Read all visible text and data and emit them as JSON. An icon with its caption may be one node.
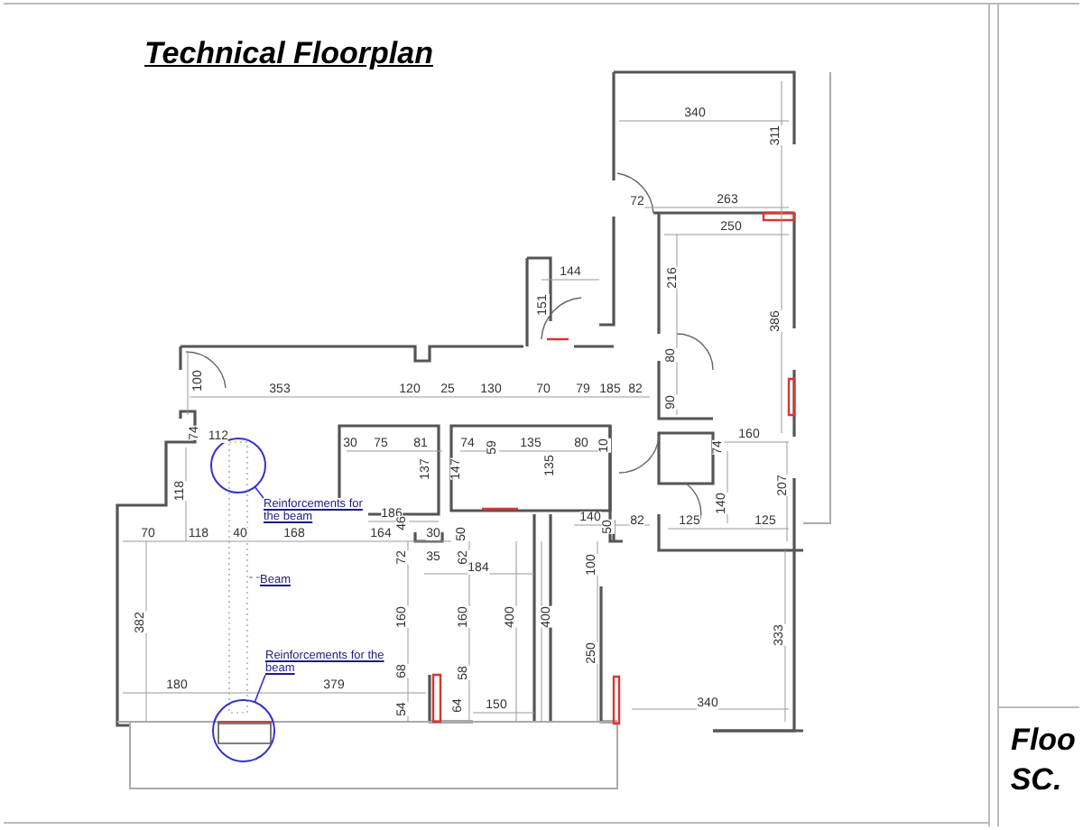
{
  "diagram": {
    "title": "Technical Floorplan",
    "nodes": [
      {
        "text": [
          "Reinforcements for the beam"
        ]
      },
      {
        "text": [],
        "shape": "circle"
      },
      {
        "text": [
          "Beam"
        ]
      },
      {
        "text": [],
        "shape": "bar"
      },
      {
        "text": [
          "Reinforcements for the beam"
        ]
      },
      {
        "text": [],
        "shape": "circle"
      }
    ],
    "edges": [
      {
        "from": 0,
        "to": 1,
        "arrow": "none"
      },
      {
        "from": 2,
        "to": 3,
        "arrow": "none",
        "style": "dashed",
        "color": "#999999"
      },
      {
        "from": 4,
        "to": 5,
        "arrow": "none"
      }
    ],
    "labels": [
      "340",
      "311",
      "72",
      "263",
      "250",
      "144",
      "216",
      "151",
      "386",
      "80",
      "100",
      "353",
      "120",
      "25",
      "130",
      "70",
      "79",
      "185",
      "82",
      "90",
      "74",
      "112",
      "30",
      "75",
      "81",
      "74",
      "59",
      "135",
      "80",
      "10",
      "160",
      "74",
      "137",
      "147",
      "135",
      "118",
      "186",
      "207",
      "140",
      "140",
      "50",
      "82",
      "125",
      "125",
      "46",
      "70",
      "118",
      "40",
      "168",
      "164",
      "30",
      "50",
      "72",
      "35",
      "62",
      "184",
      "100",
      "382",
      "160",
      "160",
      "400",
      "400",
      "333",
      "250",
      "68",
      "58",
      "180",
      "379",
      "340",
      "54",
      "64",
      "150",
      "Floo",
      "SC."
    ]
  }
}
